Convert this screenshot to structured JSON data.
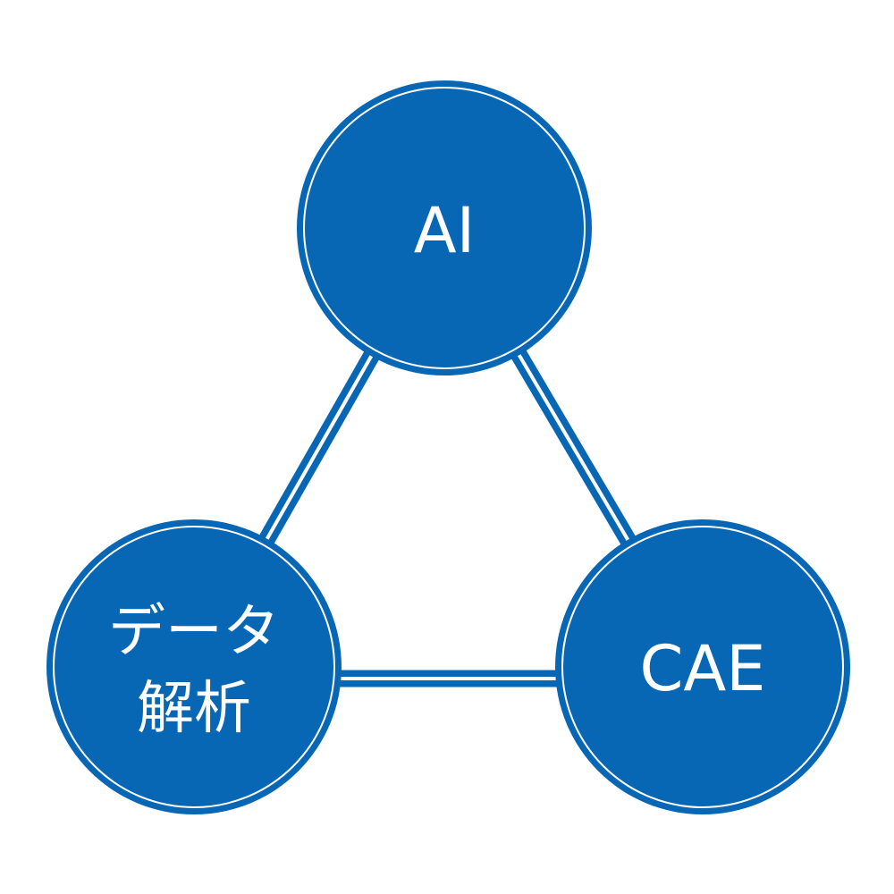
{
  "colors": {
    "primary": "#0767b5",
    "inner_ring": "#ffffff",
    "background": "#ffffff"
  },
  "nodes": {
    "ai": {
      "label": "AI"
    },
    "data_analysis": {
      "line1": "データ",
      "line2": "解析"
    },
    "cae": {
      "label": "CAE"
    }
  },
  "connections": [
    {
      "from": "ai",
      "to": "data_analysis"
    },
    {
      "from": "ai",
      "to": "cae"
    },
    {
      "from": "data_analysis",
      "to": "cae"
    }
  ]
}
